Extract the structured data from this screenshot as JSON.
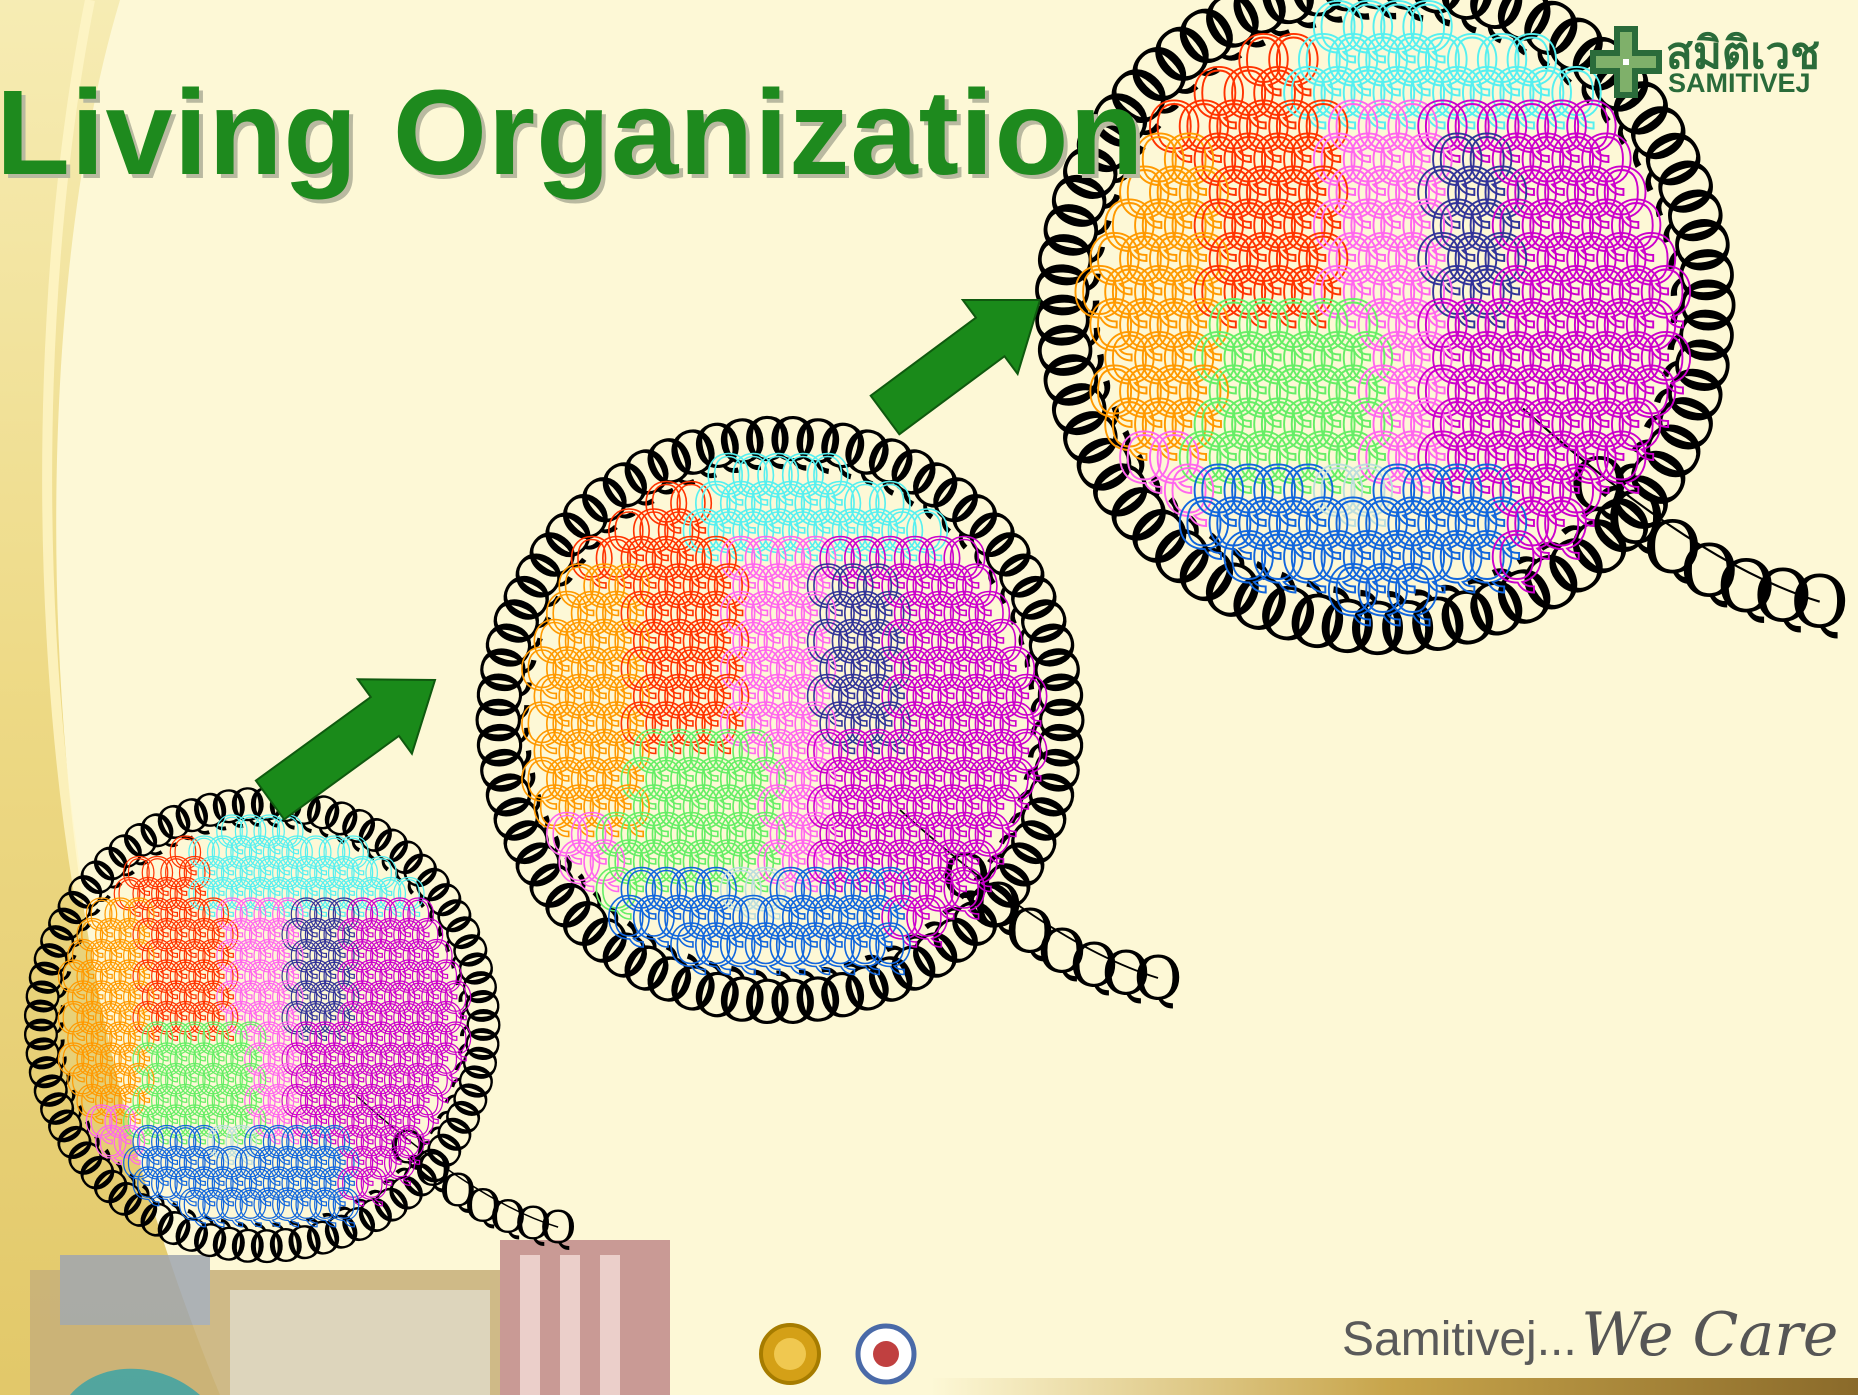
{
  "slide": {
    "title": "Living Organization",
    "logo": {
      "thai_text": "สมิติเวช",
      "english_text": "SAMITIVEJ"
    },
    "slogan": {
      "brand": "Samitivej...",
      "tagline": "We Care"
    }
  },
  "diagram": {
    "glyph": "Q",
    "stages": [
      "small",
      "medium",
      "large"
    ],
    "arrows": 2,
    "groups": [
      {
        "name": "orange",
        "color": "#ff9900"
      },
      {
        "name": "red",
        "color": "#ff3300"
      },
      {
        "name": "cyan",
        "color": "#55f0f0"
      },
      {
        "name": "navy",
        "color": "#333399"
      },
      {
        "name": "pink",
        "color": "#ff66ee"
      },
      {
        "name": "purple",
        "color": "#cc00cc"
      },
      {
        "name": "light-green",
        "color": "#66ee66"
      },
      {
        "name": "blue",
        "color": "#1166dd"
      },
      {
        "name": "light-blue",
        "color": "#bbdddd"
      }
    ],
    "colors": {
      "title": "#1e8a1e",
      "arrow": "#1a8a1a",
      "background": "#fdf8d6",
      "outline": "#000000"
    }
  }
}
